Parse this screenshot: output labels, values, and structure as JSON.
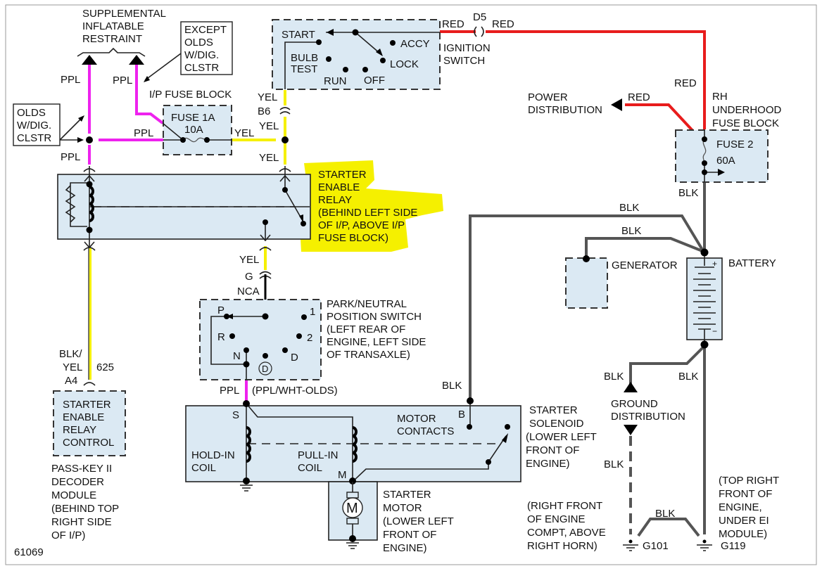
{
  "figure_id": "61069",
  "highlight_color": "#f5f000",
  "wire_colors": {
    "PPL": "#ee22ee",
    "YEL": "#f5f000",
    "RED": "#e81c1c",
    "BLK": "#555555"
  },
  "components": {
    "sir": {
      "lines": [
        "SUPPLEMENTAL",
        "INFLATABLE",
        "RESTRAINT"
      ]
    },
    "except_olds": {
      "lines": [
        "EXCEPT",
        "OLDS",
        "W/DIG.",
        "CLSTR"
      ]
    },
    "olds_dig": {
      "lines": [
        "OLDS",
        "W/DIG.",
        "CLSTR"
      ]
    },
    "ip_fuse_block": {
      "label": "I/P FUSE BLOCK",
      "fuse": "FUSE 1A",
      "rating": "10A"
    },
    "ignition_switch": {
      "lines": [
        "IGNITION",
        "SWITCH"
      ],
      "positions": {
        "start": "START",
        "accy": "ACCY",
        "bulb": "BULB",
        "test": "TEST",
        "lock": "LOCK",
        "run": "RUN",
        "off": "OFF"
      }
    },
    "power_distribution": {
      "lines": [
        "POWER",
        "DISTRIBUTION"
      ]
    },
    "rh_underhood": {
      "lines": [
        "RH",
        "UNDERHOOD",
        "FUSE BLOCK"
      ],
      "fuse": "FUSE 2",
      "rating": "60A"
    },
    "starter_enable_relay": {
      "lines": [
        "STARTER",
        "ENABLE",
        "RELAY",
        "(BEHIND LEFT SIDE",
        "OF I/P, ABOVE I/P",
        "FUSE BLOCK)"
      ]
    },
    "generator": {
      "label": "GENERATOR"
    },
    "battery": {
      "label": "BATTERY",
      "plus": "+",
      "minus": "−"
    },
    "pn_switch": {
      "lines": [
        "PARK/NEUTRAL",
        "POSITION SWITCH",
        "(LEFT REAR OF",
        "ENGINE, LEFT SIDE",
        "OF TRANSAXLE)"
      ],
      "positions": {
        "p": "P",
        "r": "R",
        "n": "N",
        "d": "D",
        "dcircle": "D",
        "one": "1",
        "two": "2"
      }
    },
    "decoder": {
      "box_lines": [
        "STARTER",
        "ENABLE",
        "RELAY",
        "CONTROL"
      ],
      "lines": [
        "PASS-KEY II",
        "DECODER",
        "MODULE",
        "(BEHIND TOP",
        "RIGHT SIDE",
        "OF I/P)"
      ]
    },
    "solenoid": {
      "lines": [
        "STARTER",
        "SOLENOID",
        "(LOWER LEFT",
        "FRONT OF",
        "ENGINE)"
      ],
      "hold": [
        "HOLD-IN",
        "COIL"
      ],
      "pull": [
        "PULL-IN",
        "COIL"
      ],
      "contacts": [
        "MOTOR",
        "CONTACTS"
      ],
      "s": "S",
      "b": "B",
      "m": "M"
    },
    "motor": {
      "symbol": "M",
      "lines": [
        "STARTER",
        "MOTOR",
        "(LOWER LEFT",
        "FRONT OF",
        "ENGINE)"
      ]
    },
    "ground_distribution": {
      "lines": [
        "GROUND",
        "DISTRIBUTION"
      ]
    },
    "g101": {
      "label": "G101",
      "lines": [
        "(RIGHT FRONT",
        "OF ENGINE",
        "COMPT, ABOVE",
        "RIGHT HORN)"
      ]
    },
    "g119": {
      "label": "G119",
      "lines": [
        "(TOP RIGHT",
        "FRONT OF",
        "ENGINE,",
        "UNDER EI",
        "MODULE)"
      ]
    }
  },
  "wire_labels": {
    "ppl_sir_left": "PPL",
    "ppl_sir_right": "PPL",
    "ppl_fuse": "PPL",
    "ppl_relay": "PPL",
    "yel_fuse": "YEL",
    "yel_b6_top": "YEL",
    "b6": "B6",
    "yel_b6_bottom": "YEL",
    "yel_relay_in": "YEL",
    "red_ign": "RED",
    "d5": "D5",
    "red_ign2": "RED",
    "red_vert": "RED",
    "red_pd": "RED",
    "blk_fuse2": "BLK",
    "blk_top": "BLK",
    "blk_gen": "BLK",
    "yel_relay_out": "YEL",
    "g_conn": "G",
    "nca": "NCA",
    "ppl_pn": "PPL",
    "ppl_wht": "(PPL/WHT-OLDS)",
    "blk_yel_1": "BLK/",
    "blk_yel_2": "YEL",
    "circuit_625": "625",
    "a4": "A4",
    "blk_sol": "BLK",
    "blk_gd": "BLK",
    "blk_bat": "BLK",
    "blk_gd_dash": "BLK",
    "blk_g": "BLK"
  }
}
